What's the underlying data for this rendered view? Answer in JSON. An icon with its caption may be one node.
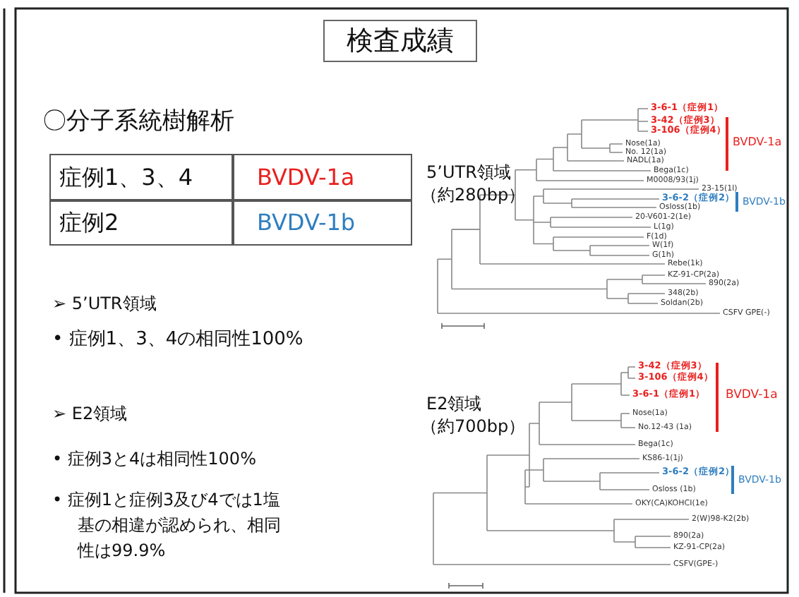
{
  "diagram": {
    "title": "検査成績",
    "labels": [
      "〇分子系統樹解析",
      "症例1、3、4",
      "BVDV-1a",
      "症例2",
      "BVDV-1b",
      "➢ 5’UTR領域",
      "• 症例1、3、4の相同性100%",
      "➢ E2領域",
      "• 症例3と4は相同性100%",
      "• 症例1と症例3及び4では1塩基の相違が認められ、相同性は99.9%",
      "5’UTR領域",
      "（約280bp）",
      "3-6-1（症例1）",
      "3-42（症例3）",
      "3-106（症例4）",
      "Nose(1a)",
      "No. 12(1a)",
      "NADL(1a)",
      "Bega(1c)",
      "M0008/93(1j)",
      "23-15(1l)",
      "3-6-2（症例2）",
      "Osloss(1b)",
      "20-V601-2(1e)",
      "L(1g)",
      "F(1d)",
      "W(1f)",
      "G(1h)",
      "Rebe(1k)",
      "KZ-91-CP(2a)",
      "890(2a)",
      "348(2b)",
      "Soldan(2b)",
      "CSFV GPE(-)",
      "BVDV-1a",
      "BVDV-1b",
      "E2領域",
      "（約700bp）",
      "3-42（症例3）",
      "3-106（症例4）",
      "3-6-1（症例1）",
      "Nose(1a)",
      "No.12-43 (1a)",
      "Bega(1c)",
      "KS86-1(1j)",
      "3-6-2（症例2）",
      "Osloss (1b)",
      "OKY(CA)KOHCI(1e)",
      "2(W)98-K2(2b)",
      "890(2a)",
      "KZ-91-CP(2a)",
      "CSFV(GPE-)",
      "BVDV-1a",
      "BVDV-1b"
    ]
  }
}
